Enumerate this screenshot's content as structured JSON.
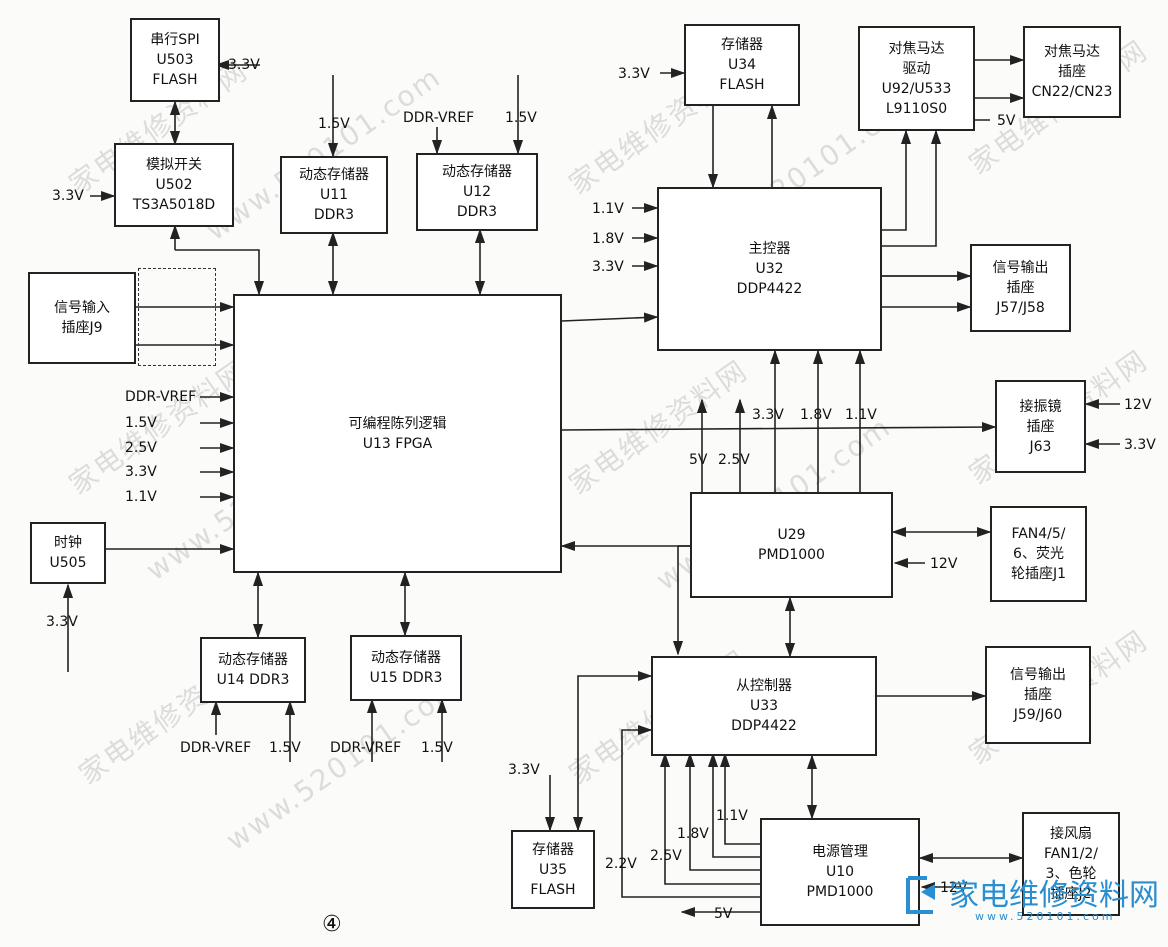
{
  "blocks": {
    "u503": [
      "串行SPI",
      "U503",
      "FLASH"
    ],
    "u502": [
      "模拟开关",
      "U502",
      "TS3A5018D"
    ],
    "j9": [
      "信号输入",
      "插座J9"
    ],
    "u11": [
      "动态存储器",
      "U11",
      "DDR3"
    ],
    "u12": [
      "动态存储器",
      "U12",
      "DDR3"
    ],
    "u13": [
      "可编程陈列逻辑",
      "U13 FPGA"
    ],
    "u505": [
      "时钟",
      "U505"
    ],
    "u14": [
      "动态存储器",
      "U14 DDR3"
    ],
    "u15": [
      "动态存储器",
      "U15 DDR3"
    ],
    "u34": [
      "存储器",
      "U34",
      "FLASH"
    ],
    "u92": [
      "对焦马达",
      "驱动",
      "U92/U533",
      "L9110S0"
    ],
    "cn22": [
      "对焦马达",
      "插座",
      "CN22/CN23"
    ],
    "u32": [
      "主控器",
      "U32",
      "DDP4422"
    ],
    "j57": [
      "信号输出",
      "插座",
      "J57/J58"
    ],
    "j63": [
      "接振镜",
      "插座",
      "J63"
    ],
    "u29": [
      "U29",
      "PMD1000"
    ],
    "j1": [
      "FAN4/5/",
      "6、荧光",
      "轮插座J1"
    ],
    "u33": [
      "从控制器",
      "U33",
      "DDP4422"
    ],
    "j59": [
      "信号输出",
      "插座",
      "J59/J60"
    ],
    "u35": [
      "存储器",
      "U35",
      "FLASH"
    ],
    "u10": [
      "电源管理",
      "U10",
      "PMD1000"
    ],
    "j2": [
      "接风扇",
      "FAN1/2/",
      "3、色轮",
      "插座J2"
    ]
  },
  "labels": {
    "u503_v": "3.3V",
    "u502_v": "3.3V",
    "u11_v": "1.5V",
    "u12_ref": "DDR-VREF",
    "u12_v": "1.5V",
    "fpga_ref": "DDR-VREF",
    "fpga_15": "1.5V",
    "fpga_25": "2.5V",
    "fpga_33": "3.3V",
    "fpga_11": "1.1V",
    "u505_v": "3.3V",
    "u14_ref": "DDR-VREF",
    "u14_v": "1.5V",
    "u15_ref": "DDR-VREF",
    "u15_v": "1.5V",
    "u34_v": "3.3V",
    "u32_11": "1.1V",
    "u32_18": "1.8V",
    "u32_33": "3.3V",
    "motor_v": "5V",
    "j63_12": "12V",
    "j63_33": "3.3V",
    "u29_5v": "5V",
    "u29_25": "2.5V",
    "u29_33": "3.3V",
    "u29_18": "1.8V",
    "u29_11": "1.1V",
    "j1_12": "12V",
    "u35_v": "3.3V",
    "u10_11": "1.1V",
    "u10_18": "1.8V",
    "u10_25": "2.5V",
    "u10_22": "2.2V",
    "u10_5v": "5V",
    "u10_12": "12V",
    "figure_no": "④"
  },
  "watermark": {
    "site": "家电维修资料网",
    "url": "www.520101.com",
    "logo_text": "家电维修资料网",
    "logo_url": "www.520101.com"
  },
  "colors": {
    "line": "#222222",
    "logo": "#2a8fd0",
    "watermark": "#cfcfcf"
  }
}
